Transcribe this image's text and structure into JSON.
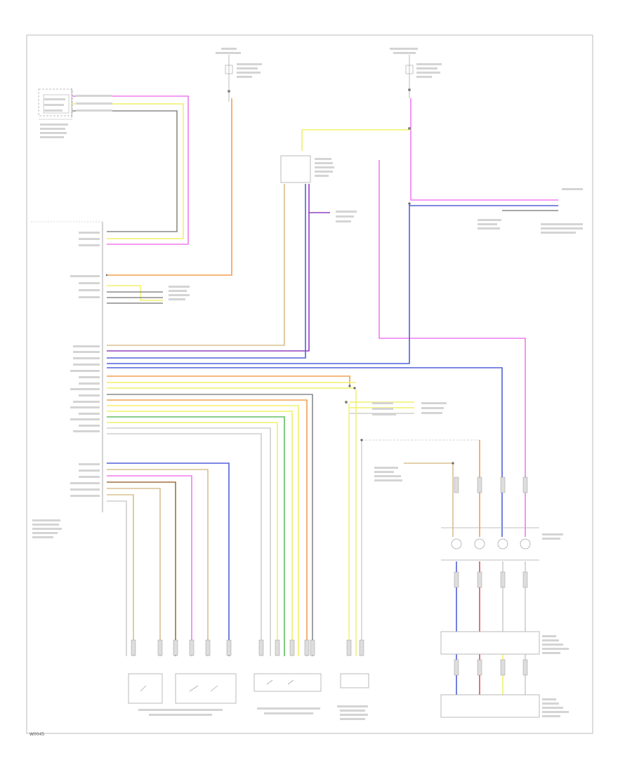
{
  "footer": {
    "code": "W0045"
  },
  "palette": {
    "pink": "#f07cf0",
    "yellow": "#f0f06a",
    "gray": "#8a8a8a",
    "orange": "#f0a050",
    "tan": "#d8c090",
    "violet": "#9040c0",
    "blue": "#5060d8",
    "red": "#e05050",
    "green": "#60c060",
    "light": "#cfcfcf",
    "brown": "#a07040"
  },
  "icons": [
    "splice-dot",
    "ground-symbol",
    "connector-pin",
    "sensor-circle"
  ]
}
